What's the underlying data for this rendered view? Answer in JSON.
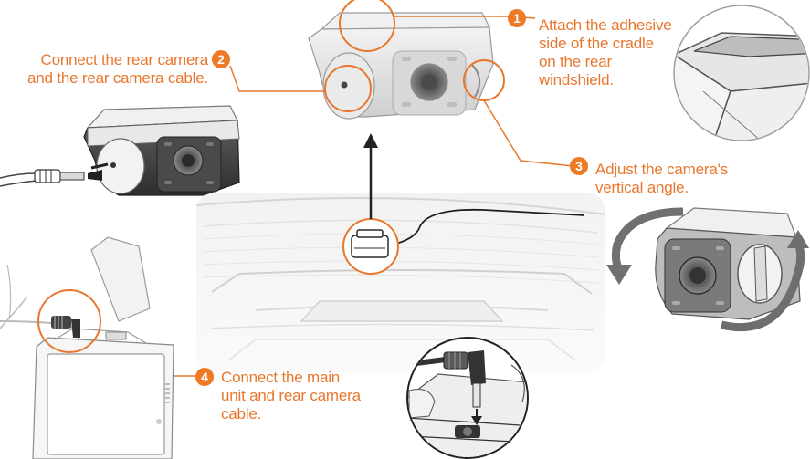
{
  "accent_color": "#ee7a26",
  "line_color": "#e8772e",
  "steps": [
    {
      "number": "1",
      "lines": [
        "Attach the adhesive",
        "side of the cradle",
        "on the rear",
        "windshield."
      ]
    },
    {
      "number": "2",
      "lines": [
        "Connect the rear camera",
        "and the rear camera cable."
      ]
    },
    {
      "number": "3",
      "lines": [
        "Adjust the camera's",
        "vertical angle."
      ]
    },
    {
      "number": "4",
      "lines": [
        "Connect the main",
        "unit and rear camera",
        "cable."
      ]
    }
  ]
}
